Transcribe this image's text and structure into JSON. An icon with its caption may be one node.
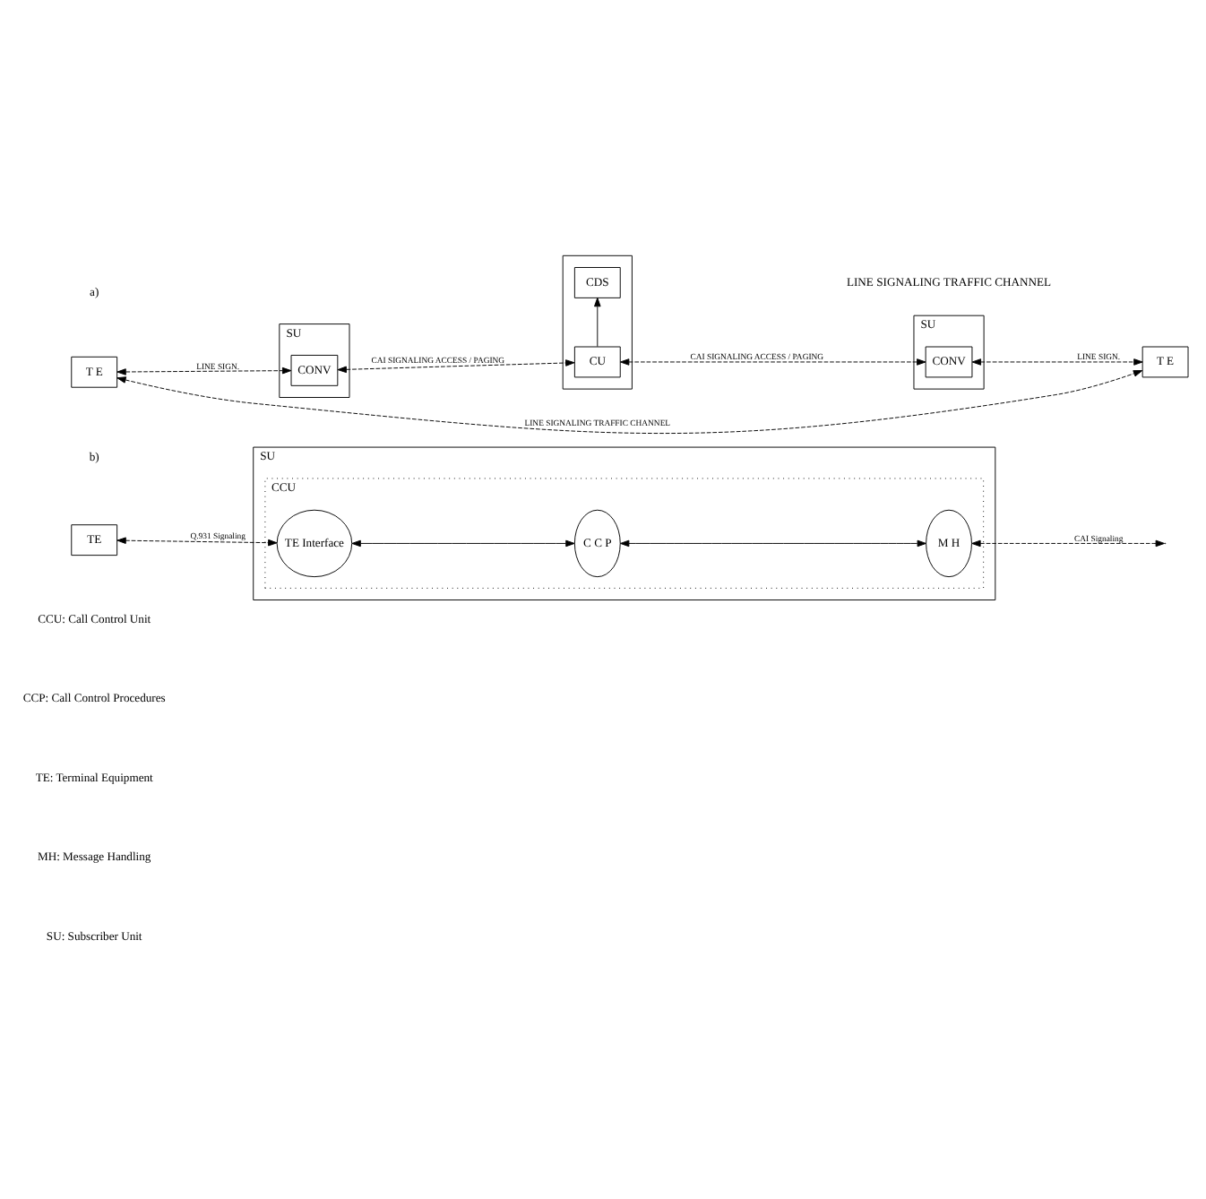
{
  "diagram": {
    "nodes": [
      {
        "text": [
          "T E"
        ]
      },
      {
        "text": [
          "SU"
        ]
      },
      {
        "text": [
          "CONV"
        ],
        "in": 1
      },
      {
        "text": [],
        "shape": "box"
      },
      {
        "text": [
          "CU"
        ],
        "in": 3
      },
      {
        "text": [
          "CDS"
        ],
        "in": 3
      },
      {
        "text": [
          "SU"
        ]
      },
      {
        "text": [
          "CONV"
        ],
        "in": 6
      },
      {
        "text": [
          "T E"
        ]
      },
      {
        "text": [
          "TE"
        ]
      },
      {
        "text": [
          "SU"
        ]
      },
      {
        "text": [
          "CCU"
        ],
        "in": 10
      },
      {
        "text": [
          "TE Interface"
        ],
        "in": 11
      },
      {
        "text": [
          "C C P"
        ],
        "in": 11
      },
      {
        "text": [
          "M H"
        ],
        "in": 11
      }
    ],
    "edges": [
      {
        "from": 0,
        "to": 2,
        "arrow": "both",
        "label": "LINE SIGN.",
        "style": "dashed"
      },
      {
        "from": 2,
        "to": 4,
        "arrow": "both",
        "label": "CAI SIGNALING ACCESS / PAGING",
        "style": "dashed"
      },
      {
        "from": 4,
        "to": 5,
        "arrow": "to"
      },
      {
        "from": 4,
        "to": 7,
        "arrow": "both",
        "label": "CAI SIGNALING ACCESS / PAGING",
        "style": "dashed"
      },
      {
        "from": 7,
        "to": 8,
        "arrow": "both",
        "label": "LINE SIGN.",
        "style": "dashed"
      },
      {
        "from": 0,
        "to": 8,
        "arrow": "both",
        "label": "LINE SIGNALING TRAFFIC CHANNEL",
        "style": "dashed"
      },
      {
        "from": 9,
        "to": 12,
        "arrow": "both",
        "label": "Q.931 Signaling",
        "style": "dashed"
      },
      {
        "from": 12,
        "to": 13,
        "arrow": "both"
      },
      {
        "from": 13,
        "to": 14,
        "arrow": "both"
      },
      {
        "from": 14,
        "to": null,
        "arrow": "both",
        "label": "CAI Signaling",
        "style": "dashed"
      }
    ],
    "labels": [
      "a)",
      "LINE SIGNALING TRAFFIC CHANNEL",
      "b)",
      "CCU: Call Control Unit",
      "CCP: Call Control Procedures",
      "TE: Terminal Equipment",
      "MH: Message Handling",
      "SU: Subscriber Unit"
    ]
  }
}
